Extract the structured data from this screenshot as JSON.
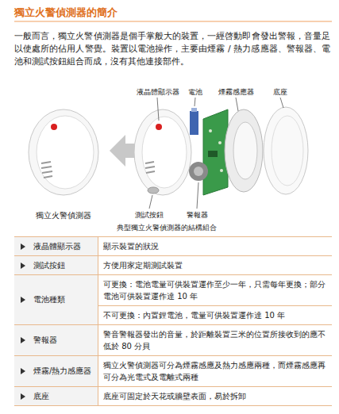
{
  "diagram": {
    "title": "獨立火警偵測器的簡介",
    "caption": "典型獨立火警偵測器的結構組合",
    "labels": [
      "一般而言，獨立火警偵測器是個手掌般大的裝置，一經啓動即會發出警報，音量足以使處所的佔用人警覺。裝置以電池操作，主要由煙霧 / 熱力感應器、警報器、電池和測試按鈕組合而成，沒有其他連接部件。",
      "液晶體顯示器",
      "電池",
      "煙霧感應器",
      "底座",
      "獨立火警偵測器",
      "測試按鈕",
      "警報器",
      "液晶體顯示器",
      "顯示裝置的狀況",
      "測試按鈕",
      "方便用家定期測試裝置",
      "電池種類",
      "可更換：電池電量可供裝置運作至少一年，只需每年更換；部分電池可供裝置運作達 10 年",
      "不可更換：內置鋰電池，電量可供裝置運作達 10 年",
      "警報器",
      "警音警報器發出的音量，於距離裝置三米的位置所接收到的應不低於 80 分貝",
      "煙霧/熱力感應器",
      "獨立火警偵測器可分為煙霧感應及熱力感應兩種，而煙霧感應再可分為光電式及電離式兩種",
      "底座",
      "底座可固定於天花或牆壁表面，易於拆卸"
    ]
  }
}
